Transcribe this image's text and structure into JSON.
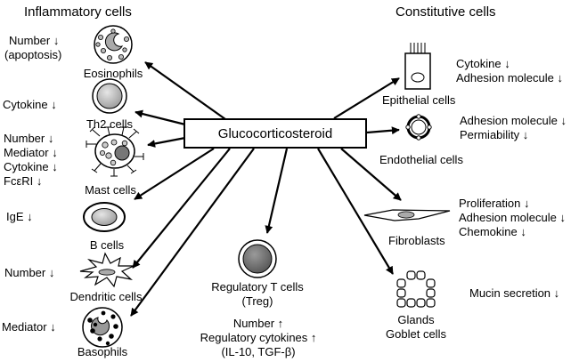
{
  "headers": {
    "inflammatory": "Inflammatory cells",
    "constitutive": "Constitutive cells"
  },
  "center": "Glucocorticosteroid",
  "inflammatory": {
    "eosinophils": {
      "name": "Eosinophils",
      "effects": [
        "Number ↓",
        "(apoptosis)"
      ]
    },
    "th2": {
      "name": "Th2 cells",
      "effects": [
        "Cytokine ↓"
      ]
    },
    "mast": {
      "name": "Mast cells",
      "effects": [
        "Number ↓",
        "Mediator ↓",
        "Cytokine ↓",
        "FcεRI ↓"
      ]
    },
    "bcells": {
      "name": "B cells",
      "effects": [
        "IgE ↓"
      ]
    },
    "dendritic": {
      "name": "Dendritic cells",
      "effects": [
        "Number ↓"
      ]
    },
    "basophils": {
      "name": "Basophils",
      "effects": [
        "Mediator ↓"
      ]
    }
  },
  "treg": {
    "name": [
      "Regulatory T cells",
      "(Treg)"
    ],
    "effects": [
      "Number ↑",
      "Regulatory cytokines ↑",
      "(IL-10, TGF-β)"
    ]
  },
  "constitutive": {
    "epithelial": {
      "name": "Epithelial cells",
      "effects": [
        "Cytokine ↓",
        "Adhesion molecule ↓"
      ]
    },
    "endothelial": {
      "name": "Endothelial cells",
      "effects": [
        "Adhesion molecule ↓",
        "Permiability ↓"
      ]
    },
    "fibroblasts": {
      "name": "Fibroblasts",
      "effects": [
        "Proliferation ↓",
        "Adhesion molecule ↓",
        "Chemokine ↓"
      ]
    },
    "glands": {
      "name": [
        "Glands",
        "Goblet cells"
      ],
      "effects": [
        "Mucin secretion ↓"
      ]
    }
  }
}
